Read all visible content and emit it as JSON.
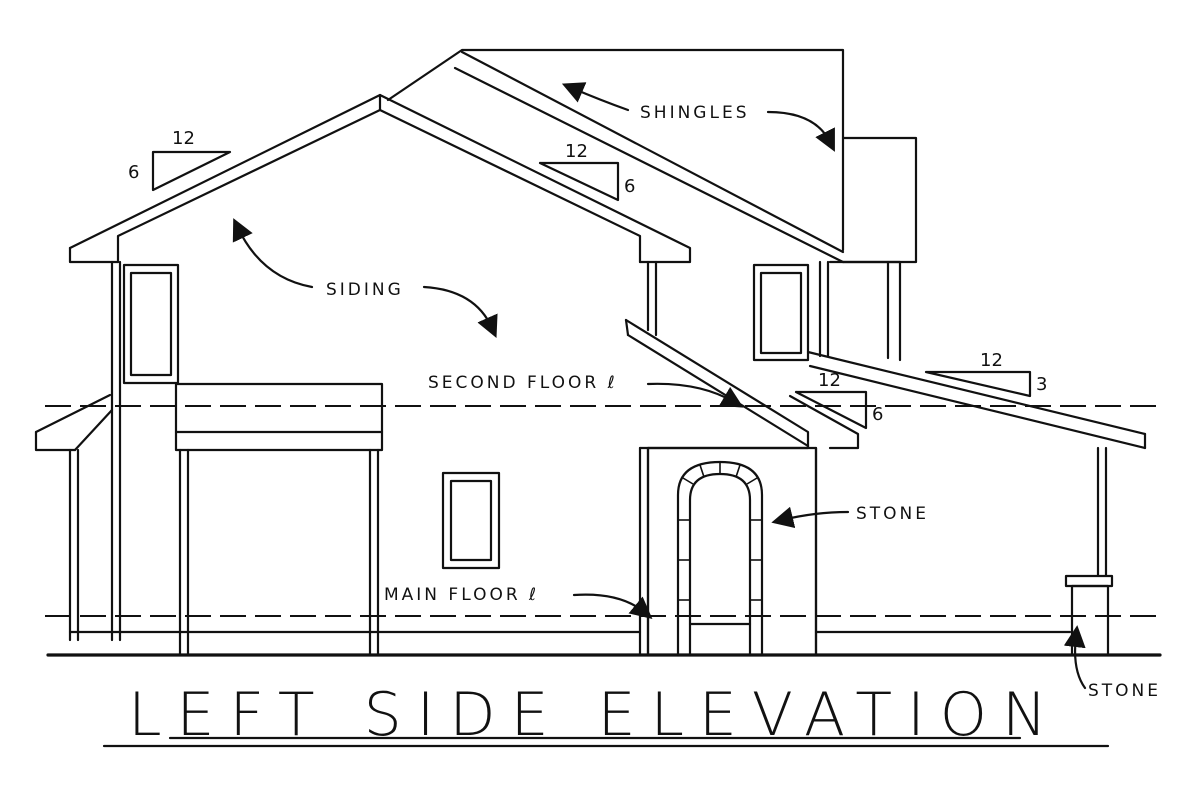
{
  "title": "LEFT SIDE ELEVATION",
  "labels": {
    "shingles": "SHINGLES",
    "siding": "SIDING",
    "second_floor": "SECOND FLOOR ℓ",
    "main_floor": "MAIN FLOOR ℓ",
    "stone_entry": "STONE",
    "stone_pier": "STONE"
  },
  "pitch_marks": [
    {
      "id": "pitch-left-gable",
      "run": "12",
      "rise": "6"
    },
    {
      "id": "pitch-main-roof",
      "run": "12",
      "rise": "6"
    },
    {
      "id": "pitch-entry-roof",
      "run": "12",
      "rise": "6"
    },
    {
      "id": "pitch-porch-roof",
      "run": "12",
      "rise": "3"
    }
  ],
  "colors": {
    "ink": "#111111",
    "background": "#ffffff"
  }
}
